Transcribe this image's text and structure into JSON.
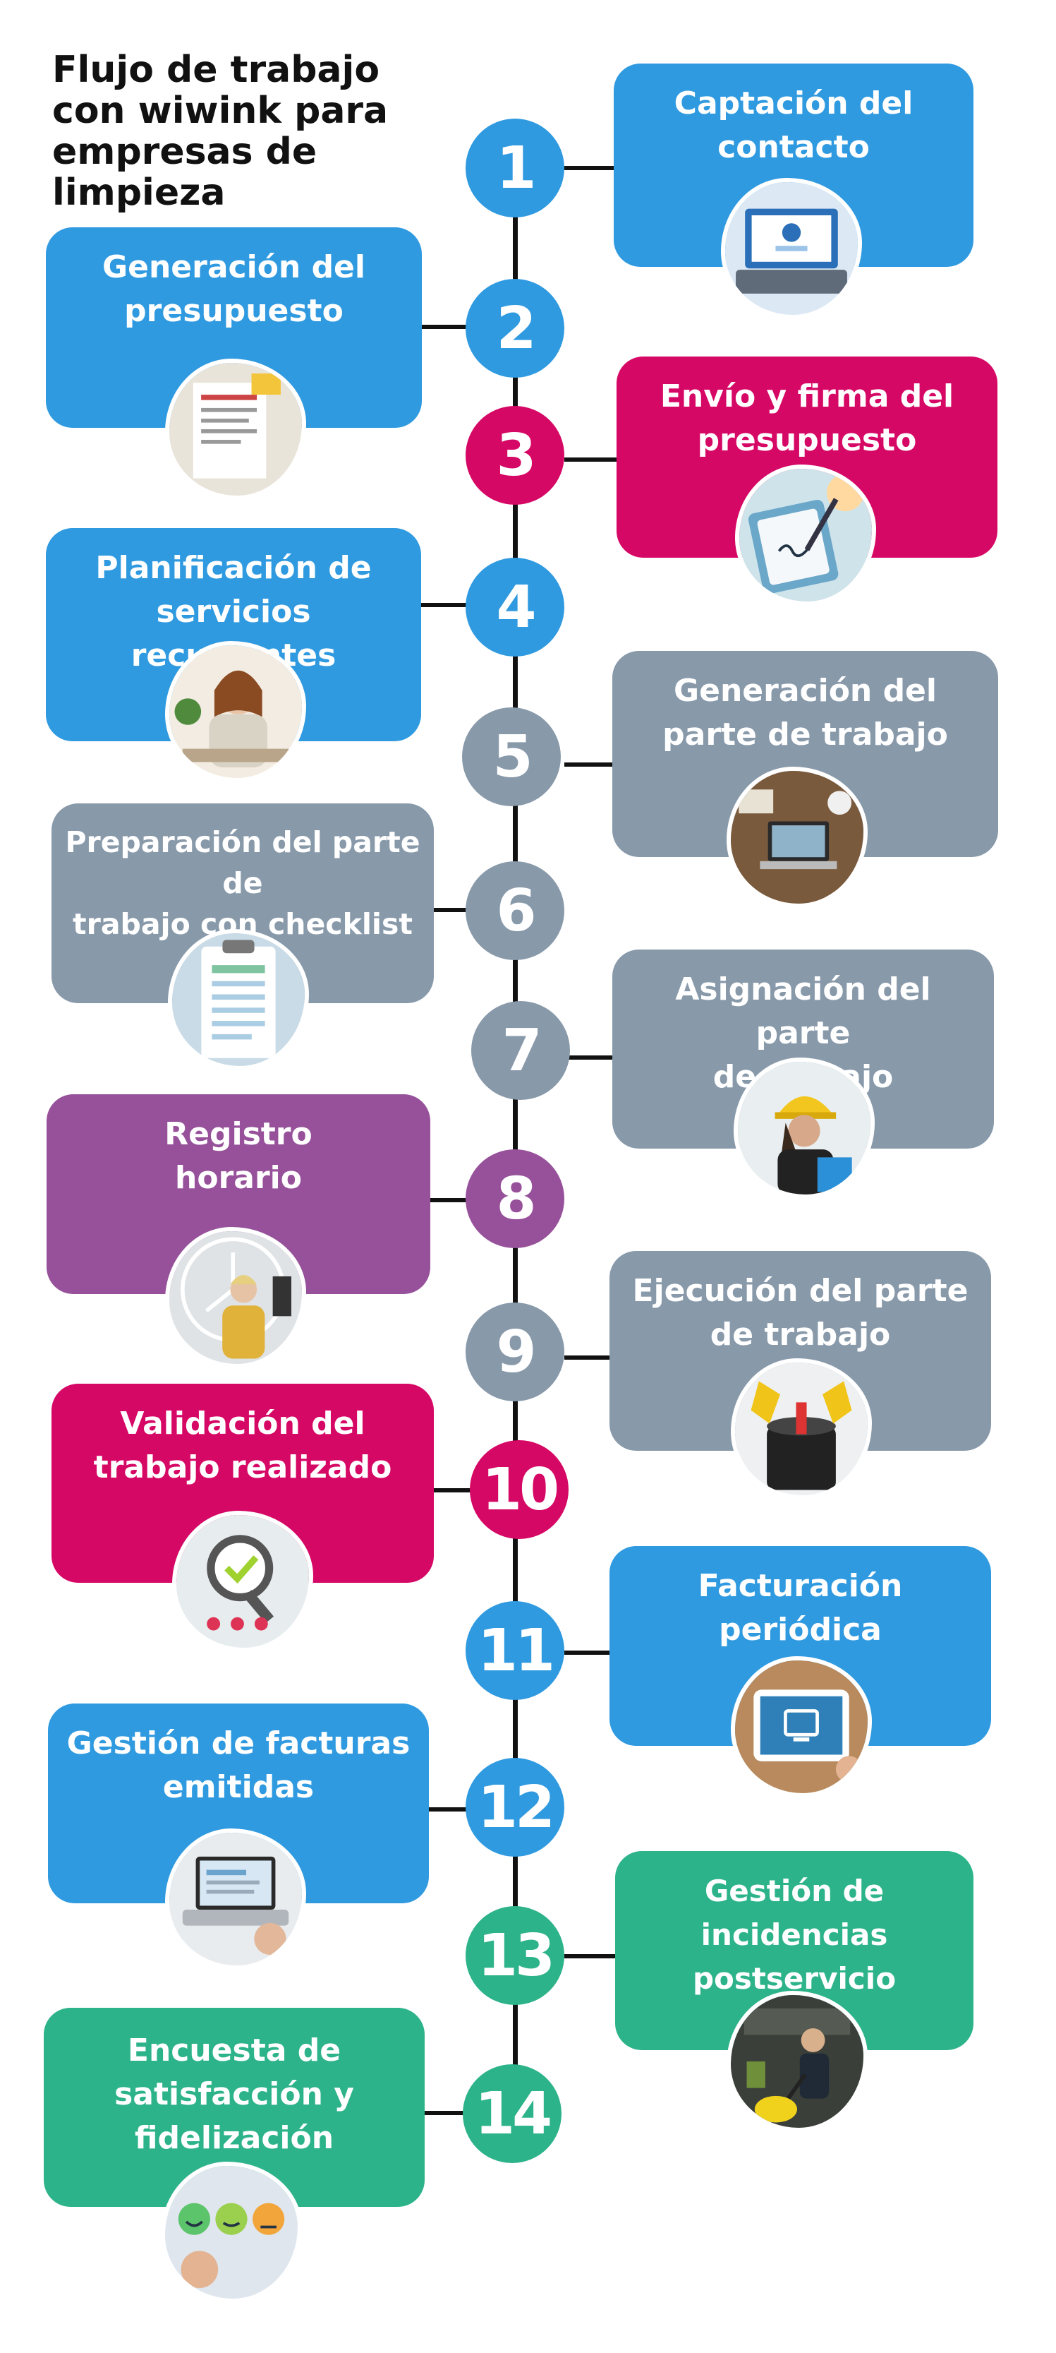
{
  "title": "Flujo de trabajo\ncon wiwink para\nempresas de\nlimpieza",
  "colors": {
    "blue": "#2f9ae0",
    "pink": "#d60866",
    "grey": "#8899aa",
    "purple": "#96519a",
    "green": "#2db38a"
  },
  "steps": [
    {
      "number": "1",
      "label": "Captación del\ncontacto",
      "icon": "contact-laptop-photo"
    },
    {
      "number": "2",
      "label": "Generación del\npresupuesto",
      "icon": "budget-document-photo"
    },
    {
      "number": "3",
      "label": "Envío y firma del\npresupuesto",
      "icon": "tablet-signature-photo"
    },
    {
      "number": "4",
      "label": "Planificación de\nservicios recurrentes",
      "icon": "planning-woman-photo"
    },
    {
      "number": "5",
      "label": "Generación del\nparte de trabajo",
      "icon": "desk-laptop-photo"
    },
    {
      "number": "6",
      "label": "Preparación del parte de\ntrabajo con checklist",
      "icon": "checklist-clipboard-photo"
    },
    {
      "number": "7",
      "label": "Asignación del parte\nde trabajo",
      "icon": "worker-helmet-photo"
    },
    {
      "number": "8",
      "label": "Registro\nhorario",
      "icon": "clock-worker-photo"
    },
    {
      "number": "9",
      "label": "Ejecución del parte\nde trabajo",
      "icon": "cleaning-bucket-photo"
    },
    {
      "number": "10",
      "label": "Validación del\ntrabajo realizado",
      "icon": "magnifier-check-photo"
    },
    {
      "number": "11",
      "label": "Facturación\nperiódica",
      "icon": "tablet-invoice-photo"
    },
    {
      "number": "12",
      "label": "Gestión de facturas\nemitidas",
      "icon": "laptop-invoices-photo"
    },
    {
      "number": "13",
      "label": "Gestión de\nincidencias\npostservicio",
      "icon": "vacuum-cleaning-photo"
    },
    {
      "number": "14",
      "label": "Encuesta de\nsatisfacción  y\nfidelización",
      "icon": "smiley-rating-photo"
    }
  ]
}
